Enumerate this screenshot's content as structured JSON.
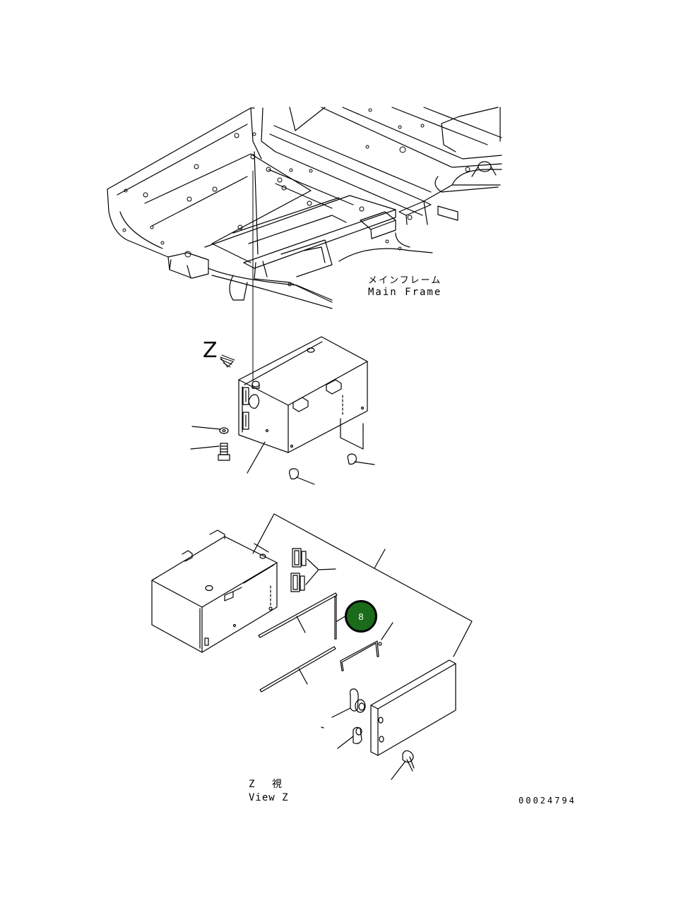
{
  "labels": {
    "main_frame_jp": "メインフレーム",
    "main_frame_en": "Main Frame",
    "view_arrow": "Z",
    "view_z_jp": "Z 視",
    "view_z_en": "View Z",
    "drawing_number": "00024794"
  },
  "callouts": {
    "part_8": "8"
  },
  "colors": {
    "line": "#000000",
    "marker_fill": "#1a6b1a",
    "marker_text": "#ffffff"
  }
}
